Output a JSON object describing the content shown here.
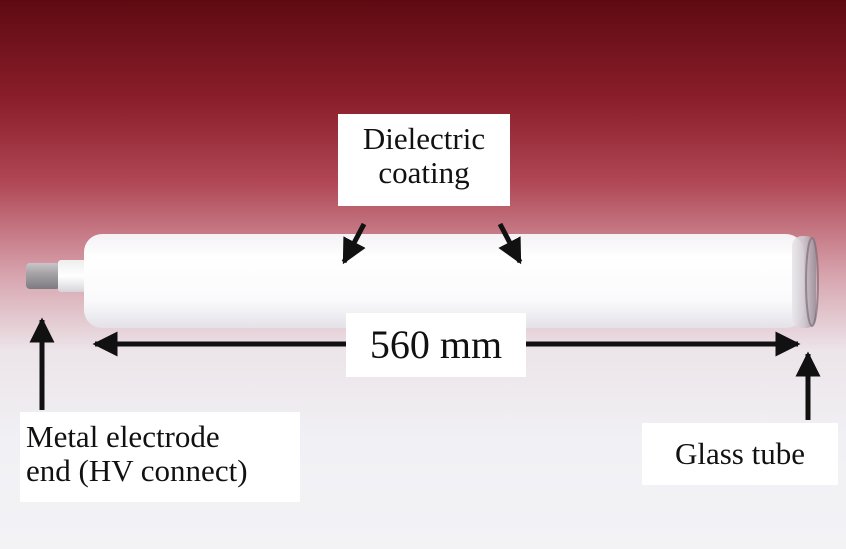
{
  "labels": {
    "dielectric_line1": "Dielectric",
    "dielectric_line2": "coating",
    "length": "560 mm",
    "electrode_line1": "Metal electrode",
    "electrode_line2": "end (HV connect)",
    "glass_tube": "Glass tube"
  },
  "colors": {
    "background_top": "#5e0a12",
    "background_bottom": "#f3f3f6",
    "coating": "#fbfbfd",
    "arrow": "#111111"
  }
}
